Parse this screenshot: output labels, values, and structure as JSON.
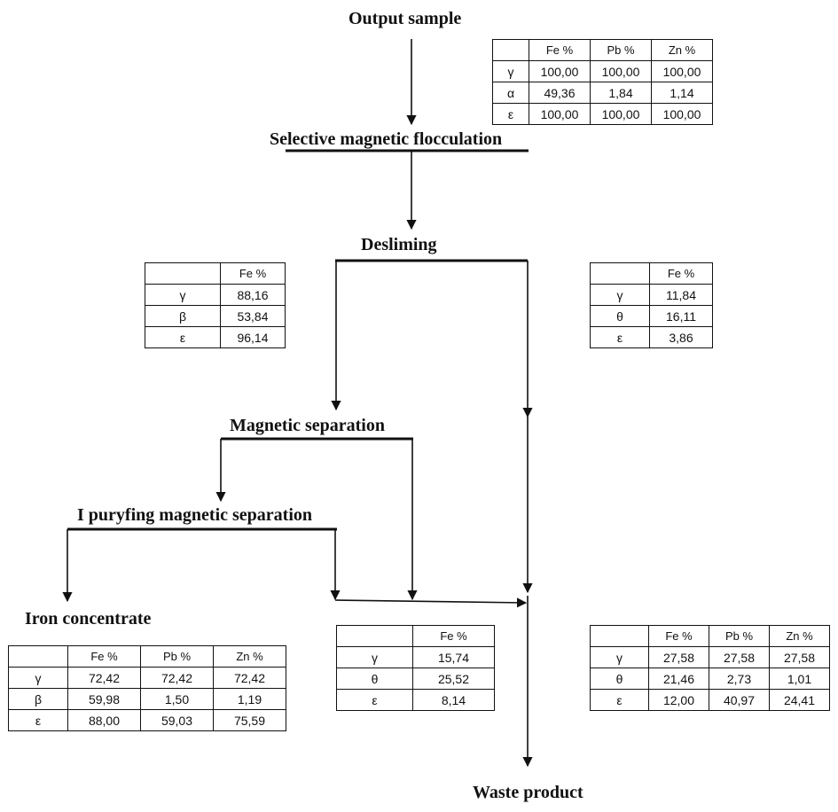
{
  "labels": {
    "output_sample": "Output sample",
    "selective_flocculation": "Selective magnetic flocculation",
    "desliming": "Desliming",
    "magnetic_separation": "Magnetic separation",
    "purifying_separation": "I puryfing magnetic separation",
    "iron_concentrate": "Iron concentrate",
    "waste_product": "Waste product"
  },
  "tables": {
    "output_sample": {
      "headers": [
        "",
        "Fe %",
        "Pb %",
        "Zn %"
      ],
      "rows": [
        [
          "γ",
          "100,00",
          "100,00",
          "100,00"
        ],
        [
          "α",
          "49,36",
          "1,84",
          "1,14"
        ],
        [
          "ε",
          "100,00",
          "100,00",
          "100,00"
        ]
      ]
    },
    "desliming_left": {
      "headers": [
        "",
        "Fe %"
      ],
      "rows": [
        [
          "γ",
          "88,16"
        ],
        [
          "β",
          "53,84"
        ],
        [
          "ε",
          "96,14"
        ]
      ]
    },
    "desliming_right": {
      "headers": [
        "",
        "Fe %"
      ],
      "rows": [
        [
          "γ",
          "11,84"
        ],
        [
          "θ",
          "16,11"
        ],
        [
          "ε",
          "3,86"
        ]
      ]
    },
    "iron_concentrate": {
      "headers": [
        "",
        "Fe %",
        "Pb %",
        "Zn %"
      ],
      "rows": [
        [
          "γ",
          "72,42",
          "72,42",
          "72,42"
        ],
        [
          "β",
          "59,98",
          "1,50",
          "1,19"
        ],
        [
          "ε",
          "88,00",
          "59,03",
          "75,59"
        ]
      ]
    },
    "middle_tailings": {
      "headers": [
        "",
        "Fe %"
      ],
      "rows": [
        [
          "γ",
          "15,74"
        ],
        [
          "θ",
          "25,52"
        ],
        [
          "ε",
          "8,14"
        ]
      ]
    },
    "waste": {
      "headers": [
        "",
        "Fe %",
        "Pb %",
        "Zn %"
      ],
      "rows": [
        [
          "γ",
          "27,58",
          "27,58",
          "27,58"
        ],
        [
          "θ",
          "21,46",
          "2,73",
          "1,01"
        ],
        [
          "ε",
          "12,00",
          "40,97",
          "24,41"
        ]
      ]
    }
  }
}
